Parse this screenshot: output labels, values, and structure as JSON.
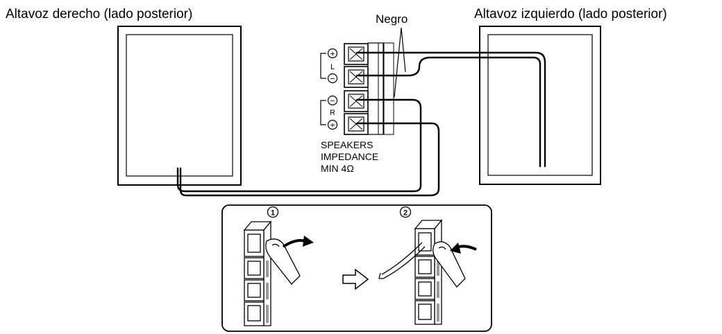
{
  "labels": {
    "right_speaker": "Altavoz derecho (lado posterior)",
    "left_speaker": "Altavoz izquierdo (lado posterior)",
    "black": "Negro",
    "channel_left": "L",
    "channel_right": "R",
    "plus": "+",
    "minus": "−",
    "speakers_line1": "SPEAKERS",
    "speakers_line2": "IMPEDANCE",
    "speakers_line3": "MIN 4Ω"
  },
  "steps": [
    {
      "number": "1"
    },
    {
      "number": "2"
    }
  ],
  "icons": {
    "step_arrow": "hollow-right-arrow-icon",
    "open_arrow": "curved-arrow-right-icon",
    "close_arrow": "curved-arrow-left-icon"
  },
  "colors": {
    "line": "#000000",
    "background": "#ffffff"
  }
}
